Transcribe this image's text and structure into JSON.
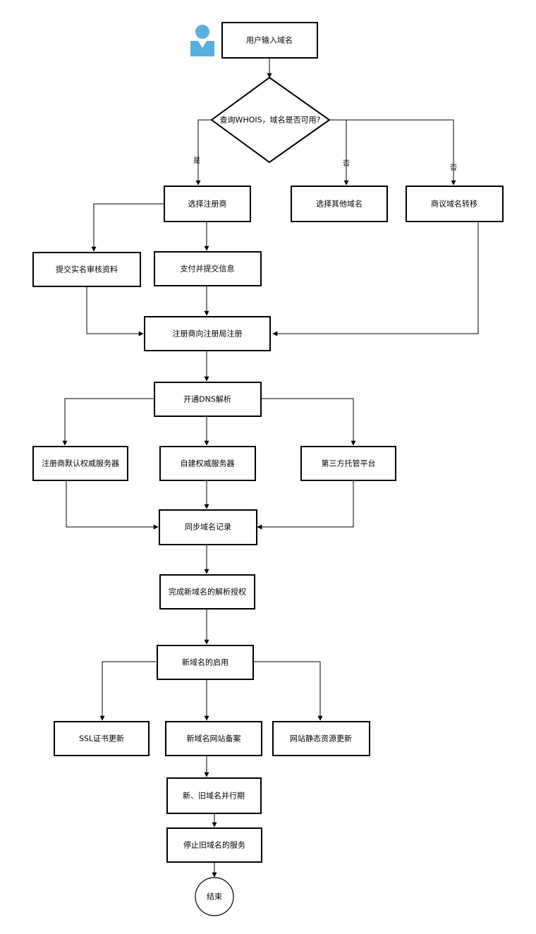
{
  "nodes": {
    "start": "用户输入域名",
    "decision": "查询WHOIS，域名是否可用?",
    "choose_registrar": "选择注册商",
    "choose_other": "选择其他域名",
    "negotiate": "商议域名转移",
    "submit_realname": "提交实名审核资料",
    "pay_submit": "支付并提交信息",
    "registrar_registry": "注册商向注册局注册",
    "open_dns": "开通DNS解析",
    "default_ns": "注册商默认权威服务器",
    "self_ns": "自建权威服务器",
    "third_party": "第三方托管平台",
    "sync_records": "同步域名记录",
    "complete_auth": "完成新域名的解析授权",
    "enable_domain": "新域名的启用",
    "ssl_update": "SSL证书更新",
    "icp_filing": "新域名网站备案",
    "static_update": "网站静态资源更新",
    "parallel": "新、旧域名并行期",
    "stop_old": "停止旧域名的服务",
    "end": "结束"
  },
  "edges": {
    "yes": "是",
    "no": "否"
  },
  "colors": {
    "icon": "#5aaee0",
    "stroke": "#000000"
  },
  "icons": {
    "user": "user-icon"
  }
}
